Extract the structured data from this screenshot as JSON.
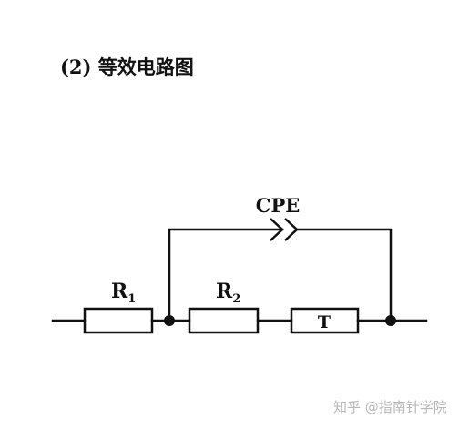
{
  "heading": "(2) 等效电路图",
  "circuit": {
    "cpe_label": "CPE",
    "r1": {
      "letter": "R",
      "sub": "1"
    },
    "r2": {
      "letter": "R",
      "sub": "2"
    },
    "t_label": "T"
  },
  "watermark": "知乎 @指南针学院"
}
